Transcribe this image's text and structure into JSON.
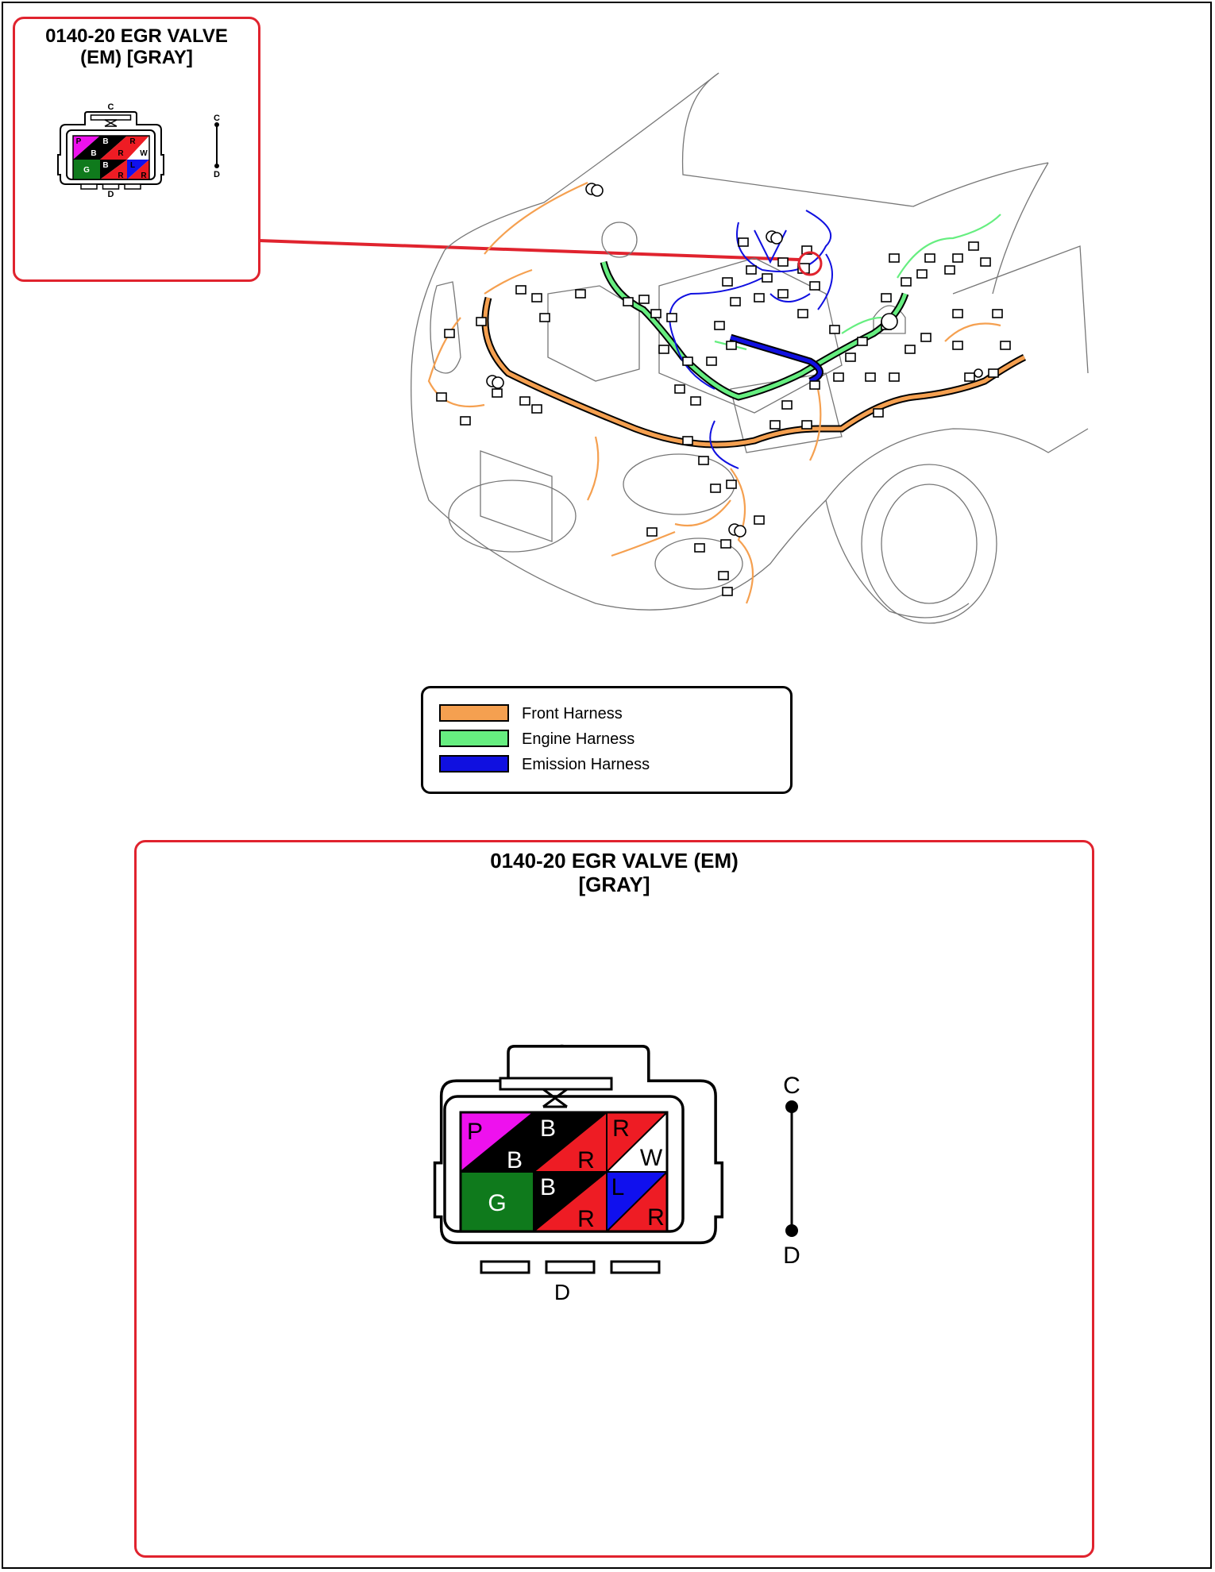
{
  "connector": {
    "code": "0140-20",
    "title_line1_small": "0140-20 EGR VALVE",
    "title_line2_small": "(EM) [GRAY]",
    "title_line1_large": "0140-20 EGR VALVE (EM)",
    "title_line2_large": "[GRAY]",
    "terminal_top": "C",
    "terminal_bottom": "D",
    "pins": [
      {
        "id": "row1-col1",
        "upper": "P",
        "lower": "B",
        "upper_color": "#ee11ee",
        "lower_color": "#000000"
      },
      {
        "id": "row1-col2",
        "upper": "B",
        "lower": "R",
        "upper_color": "#000000",
        "lower_color": "#ee1c24"
      },
      {
        "id": "row1-col3",
        "upper": "R",
        "lower": "W",
        "upper_color": "#ee1c24",
        "lower_color": "#ffffff"
      },
      {
        "id": "row2-col1",
        "upper": "G",
        "lower": "",
        "upper_color": "#0f7a1c",
        "lower_color": "#0f7a1c"
      },
      {
        "id": "row2-col2",
        "upper": "B",
        "lower": "R",
        "upper_color": "#000000",
        "lower_color": "#ee1c24"
      },
      {
        "id": "row2-col3",
        "upper": "L",
        "lower": "R",
        "upper_color": "#1010ee",
        "lower_color": "#ee1c24"
      }
    ]
  },
  "legend": [
    {
      "label": "Front Harness",
      "color": "#f5a050"
    },
    {
      "label": "Engine Harness",
      "color": "#66ee80"
    },
    {
      "label": "Emission Harness",
      "color": "#1010e0"
    }
  ],
  "colors": {
    "callout": "#e0232e",
    "front_harness": "#f5a050",
    "engine_harness": "#66ee80",
    "emission_harness": "#1010e0"
  }
}
